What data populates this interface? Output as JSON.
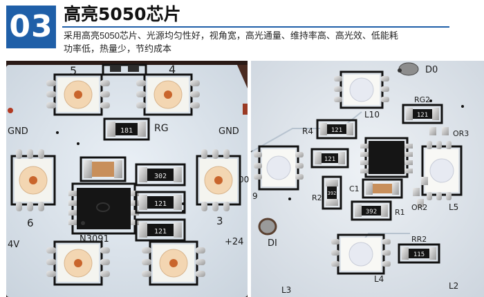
{
  "header": {
    "number": "03",
    "title": "高亮5050芯片",
    "description_line1": "采用高亮5050芯片、光源均匀性好，视角宽，高光通量、维持率高、高光效、低能耗",
    "description_line2": "功率低，热量少，节约成本",
    "accent_color": "#1f5fa8"
  },
  "left_board": {
    "silk_labels": [
      "5",
      "4",
      "RG",
      "GND",
      "GND",
      "6",
      "3",
      "N3091",
      "4V",
      "+24",
      "00"
    ],
    "resistor_codes": [
      "181",
      "302",
      "121",
      "121"
    ]
  },
  "right_board": {
    "silk_labels": [
      "D0",
      "RG2",
      "L10",
      "R4",
      "OR3",
      "C1",
      "R2",
      "R1",
      "OR2",
      "L5",
      "DI",
      "RR2",
      "L4",
      "L3",
      "L2",
      "9"
    ],
    "resistor_codes": [
      "121",
      "121",
      "121",
      "392",
      "392",
      "115"
    ]
  }
}
